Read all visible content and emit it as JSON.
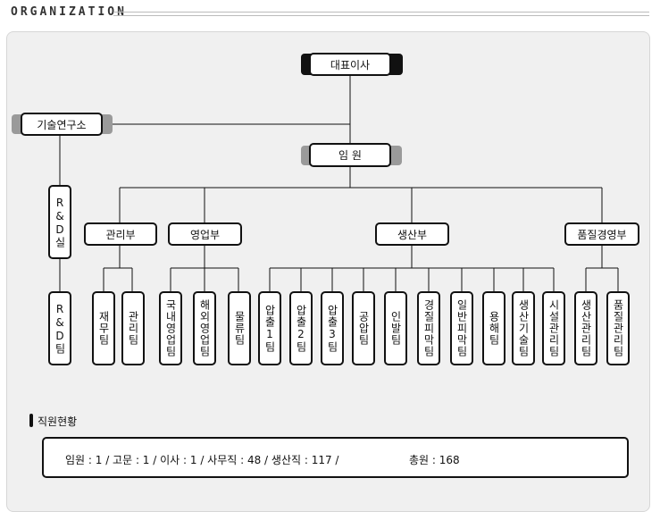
{
  "header": {
    "title": "ORGANIZATION"
  },
  "org": {
    "ceo": "대표이사",
    "institute": "기술연구소",
    "executives": "임 원",
    "rnd_office": "R&D실",
    "rnd_team": "R&D팀",
    "departments": [
      "관리부",
      "영업부",
      "생산부",
      "품질경영부"
    ],
    "teams": [
      "재무팀",
      "관리팀",
      "국내영업팀",
      "해외영업팀",
      "물류팀",
      "압출1팀",
      "압출2팀",
      "압출3팀",
      "공압팀",
      "인발팀",
      "경질피막팀",
      "일반피막팀",
      "용해팀",
      "생산기술팀",
      "시설관리팀",
      "생산관리팀",
      "품질관리팀"
    ]
  },
  "staff": {
    "title": "직원현황",
    "summary": "임원 : 1 / 고문 : 1 / 이사 : 1 / 사무직 : 48 / 생산직 : 117 /",
    "total": "총원 : 168"
  },
  "colors": {
    "line": "#111111",
    "cap_dark": "#111111",
    "cap_gray": "#9a9a9a",
    "panel": "#f0f0f0"
  }
}
